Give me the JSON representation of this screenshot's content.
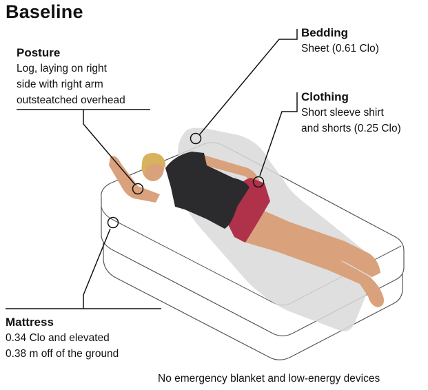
{
  "title": "Baseline",
  "posture": {
    "heading": "Posture",
    "lines": [
      "Log, laying on right",
      "side with right arm",
      "outsteatched overhead"
    ]
  },
  "bedding": {
    "heading": "Bedding",
    "lines": [
      "Sheet (0.61 Clo)"
    ]
  },
  "clothing": {
    "heading": "Clothing",
    "lines": [
      "Short sleeve shirt",
      "and shorts (0.25 Clo)"
    ]
  },
  "mattress": {
    "heading": "Mattress",
    "lines": [
      "0.34 Clo and elevated",
      "0.38 m off of the ground"
    ]
  },
  "footer": "No emergency blanket and low-energy devices",
  "colors": {
    "sheet": "#d9d9d9",
    "shirt": "#2b2b2d",
    "shorts": "#b0324a",
    "skin": "#d9a27c",
    "hair": "#d9b25e",
    "mattress_line": "#555555",
    "leader_line": "#111111"
  }
}
